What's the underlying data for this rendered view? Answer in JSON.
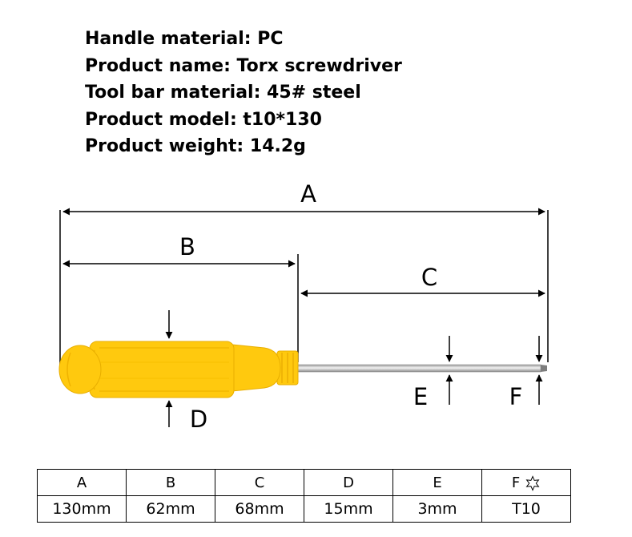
{
  "specs": [
    "Handle material: PC",
    "Product name: Torx screwdriver",
    "Tool bar material: 45# steel",
    "Product model: t10*130",
    "Product weight: 14.2g"
  ],
  "dimension_labels": {
    "a": "A",
    "b": "B",
    "c": "C",
    "d": "D",
    "e": "E",
    "f": "F"
  },
  "colors": {
    "handle": "#FFC90E",
    "handle_outline": "#E8AE00",
    "shaft": "#C8C8C8",
    "line": "#000000"
  },
  "table": {
    "headers": [
      "A",
      "B",
      "C",
      "D",
      "E",
      "F"
    ],
    "values": [
      "130mm",
      "62mm",
      "68mm",
      "15mm",
      "3mm",
      "T10"
    ],
    "f_icon": "torx-star-icon"
  }
}
